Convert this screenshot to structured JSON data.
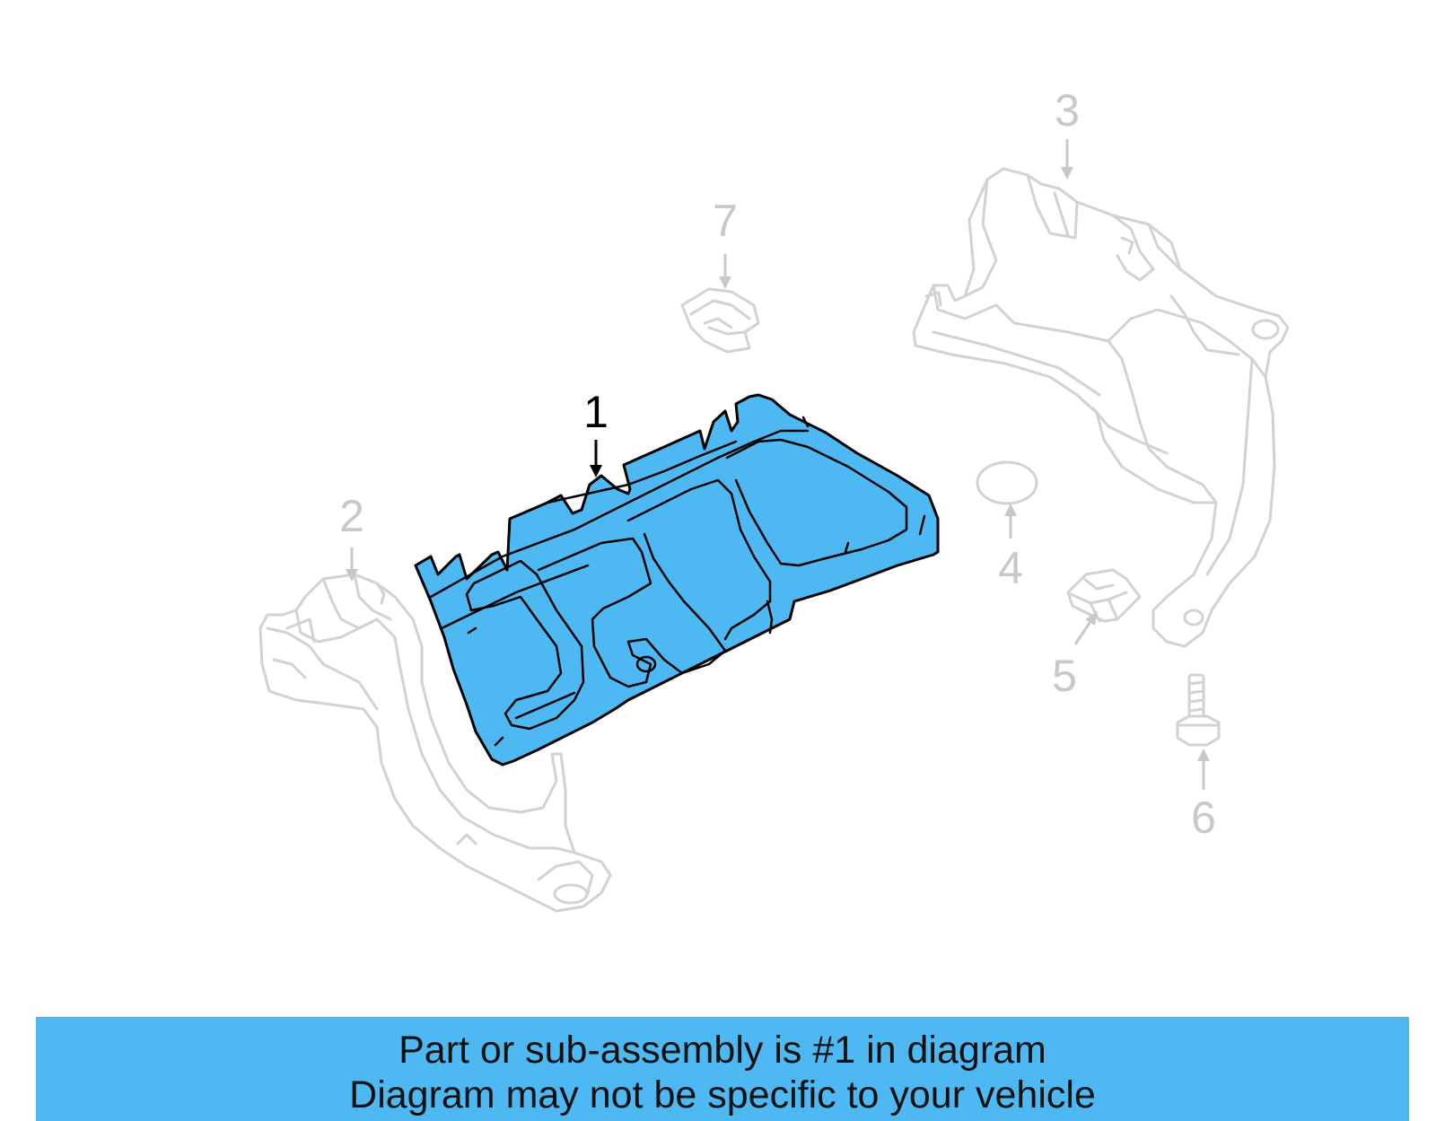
{
  "colors": {
    "highlight": "#4db8f2",
    "ghost_part": "#d2d2d2",
    "callout_gray": "#c8c8c8",
    "callout_active": "#000000"
  },
  "callouts": {
    "c1": "1",
    "c2": "2",
    "c3": "3",
    "c4": "4",
    "c5": "5",
    "c6": "6",
    "c7": "7"
  },
  "banner": {
    "line1": "Part or sub-assembly is #1 in diagram",
    "line2": "Diagram may not be specific to your vehicle"
  }
}
